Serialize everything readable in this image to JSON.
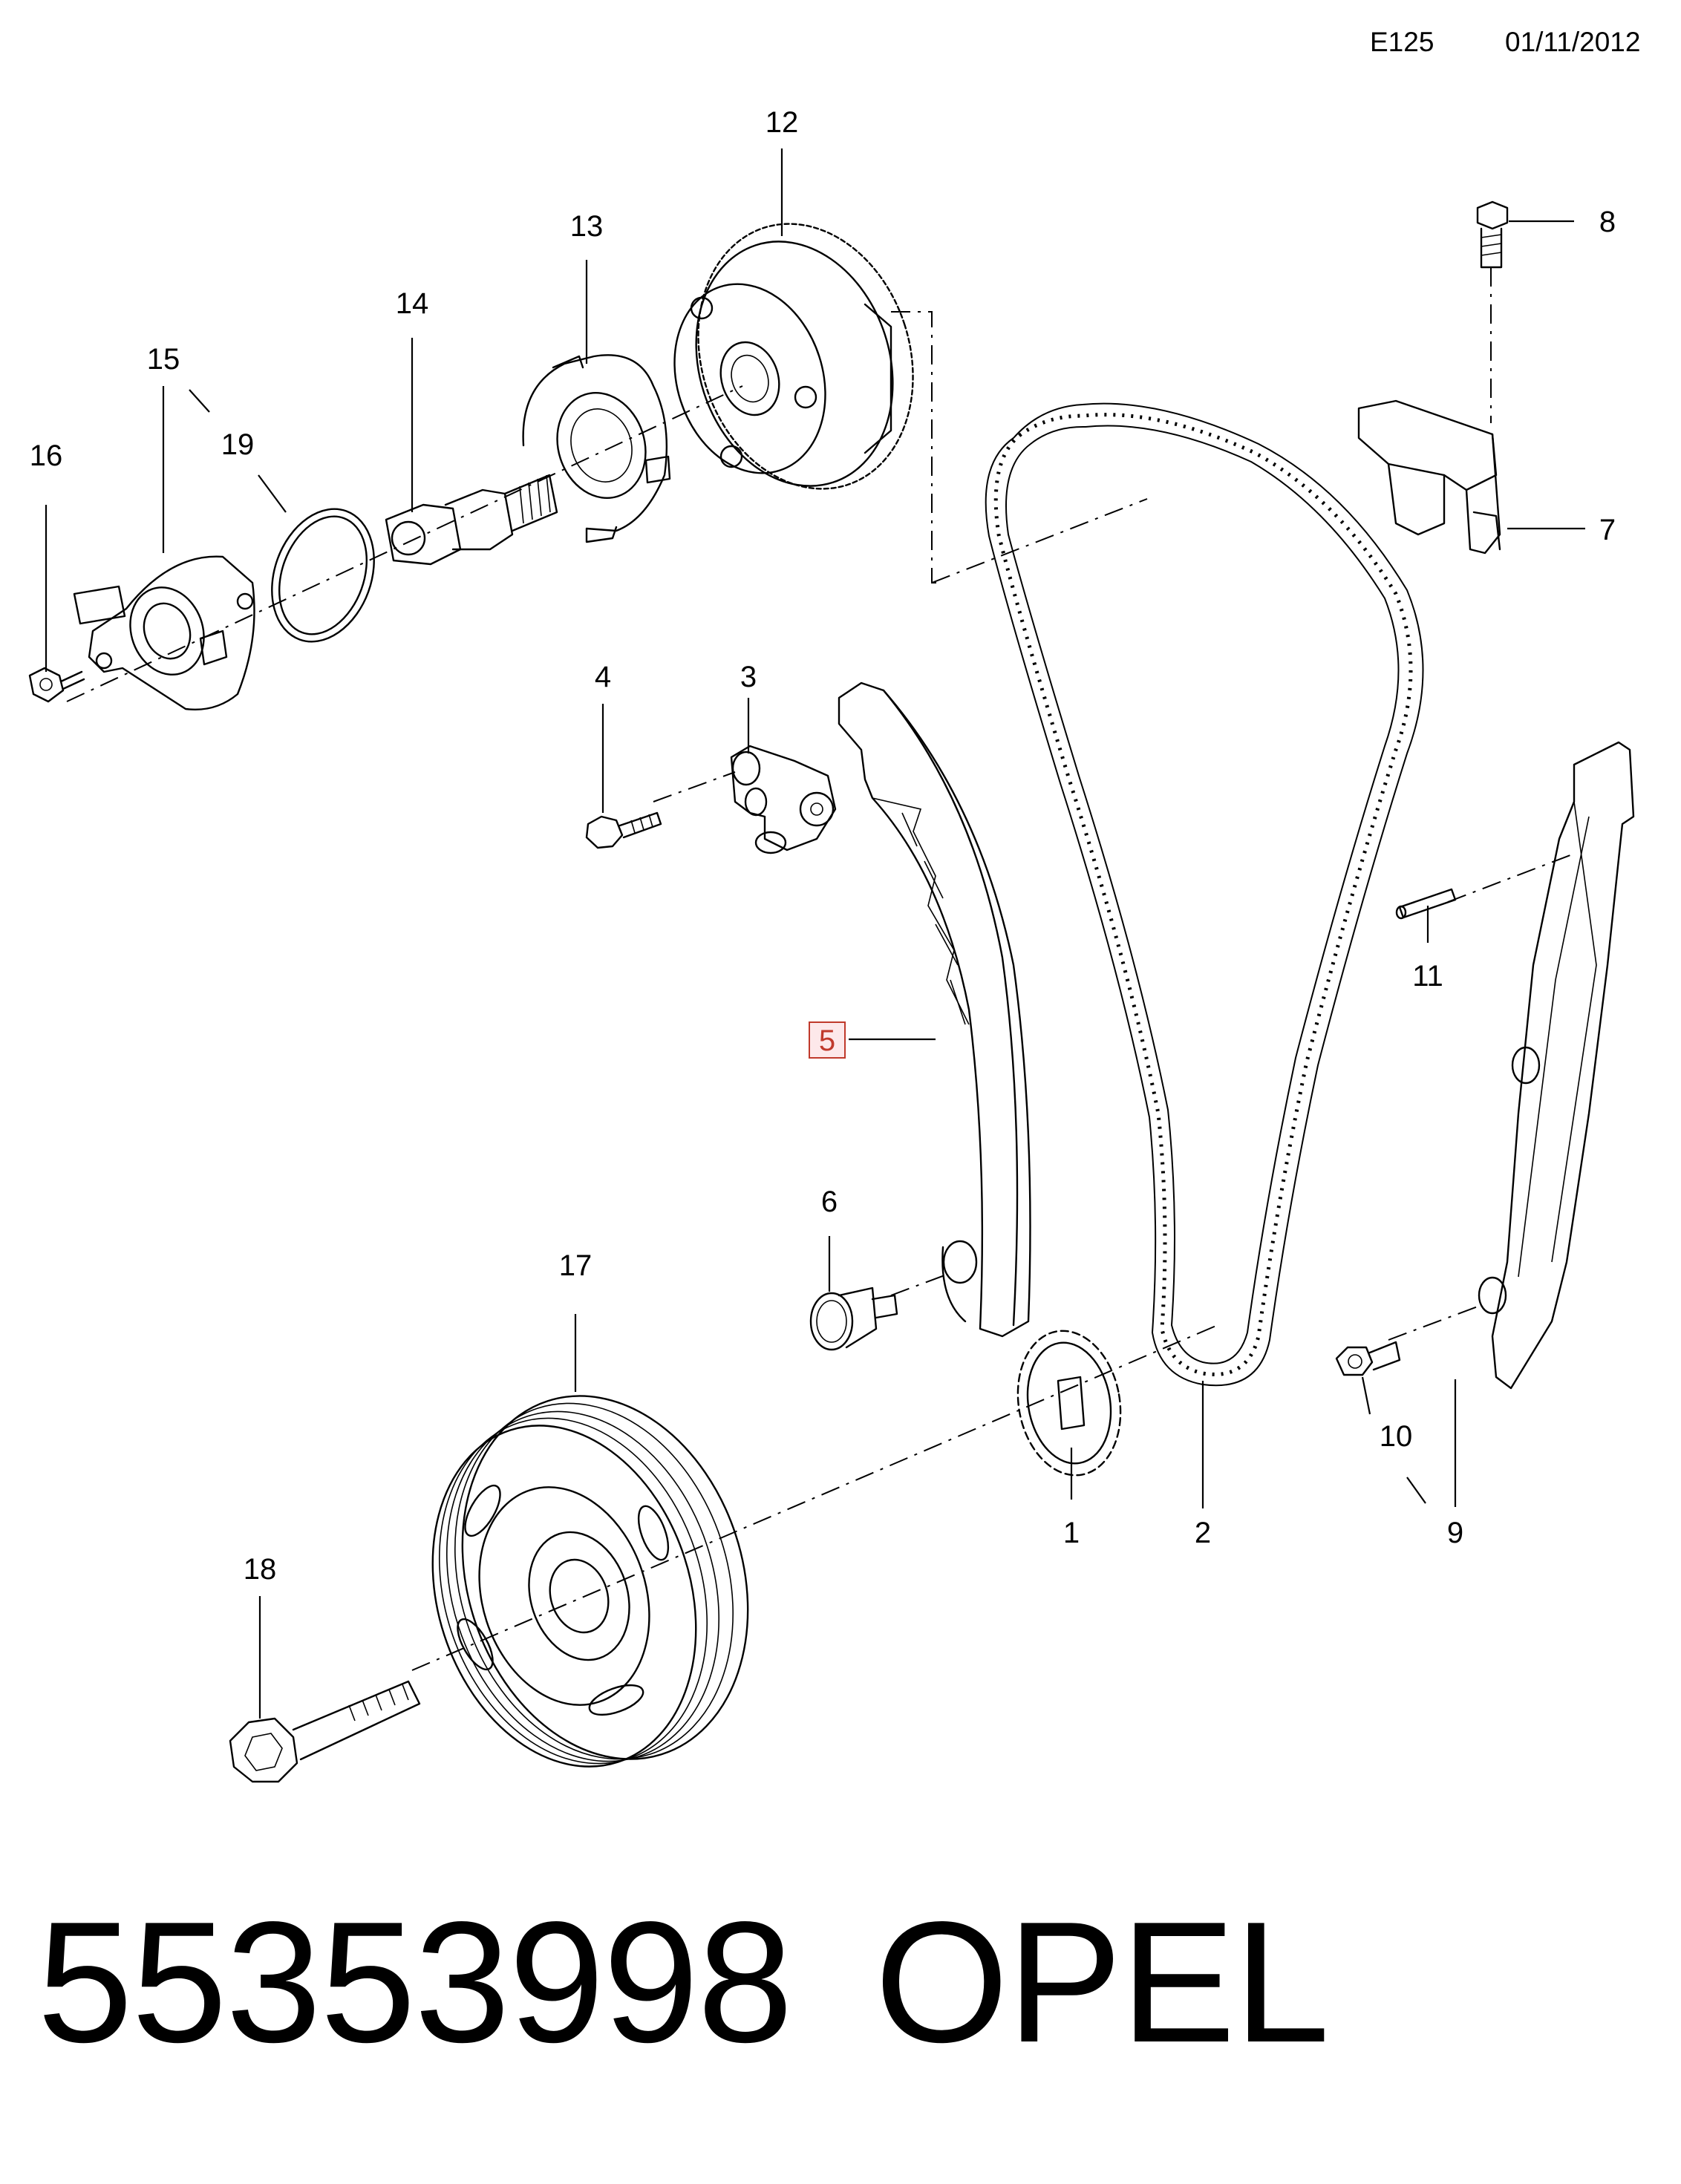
{
  "header": {
    "code": "E125",
    "date": "01/11/2012"
  },
  "callouts": {
    "c1": "1",
    "c2": "2",
    "c3": "3",
    "c4": "4",
    "c5": "5",
    "c6": "6",
    "c7": "7",
    "c8": "8",
    "c9": "9",
    "c10": "10",
    "c11": "11",
    "c12": "12",
    "c13": "13",
    "c14": "14",
    "c15": "15",
    "c16": "16",
    "c17": "17",
    "c18": "18",
    "c19": "19"
  },
  "highlighted_callout": "5",
  "footer": {
    "part_number": "55353998",
    "brand": "OPEL"
  }
}
